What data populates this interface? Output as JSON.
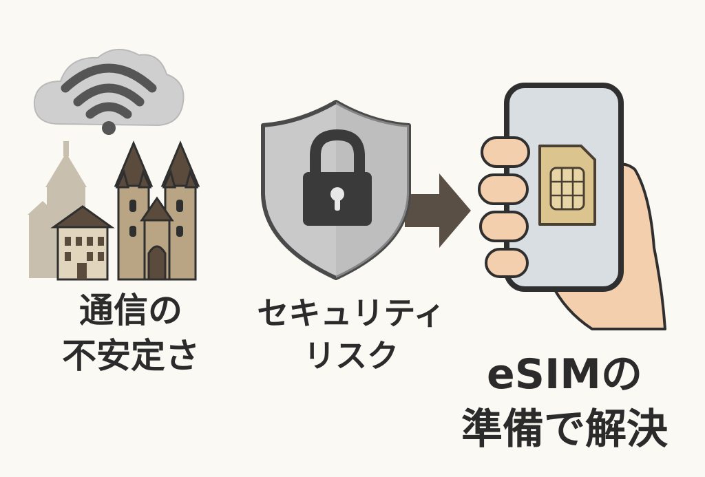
{
  "panels": {
    "left": {
      "caption_lines": [
        "通信の",
        "不安定さ"
      ],
      "icons": [
        "cloud-icon",
        "wifi-icon",
        "castle-town-icon"
      ]
    },
    "middle": {
      "caption_lines": [
        "セキュリティ",
        "リスク"
      ],
      "icons": [
        "shield-icon",
        "padlock-icon",
        "arrow-right-icon"
      ]
    },
    "right": {
      "caption_lines": [
        "eSIMの",
        "準備で解決"
      ],
      "icons": [
        "hand-icon",
        "smartphone-icon",
        "sim-card-icon"
      ]
    }
  },
  "colors": {
    "background": "#fbf9f3",
    "text": "#2b2b2b",
    "outline": "#2f2f2f",
    "cloud": "#cfcfcf",
    "wifi": "#555555",
    "building_light": "#c9bfae",
    "building_tan": "#b9a584",
    "roof": "#5b4b3c",
    "shield": "#c9c9c9",
    "lock": "#3a3a3a",
    "arrow": "#5a4f45",
    "phone_screen": "#d9dee3",
    "sim": "#dcc48f",
    "skin": "#f4cfae"
  }
}
